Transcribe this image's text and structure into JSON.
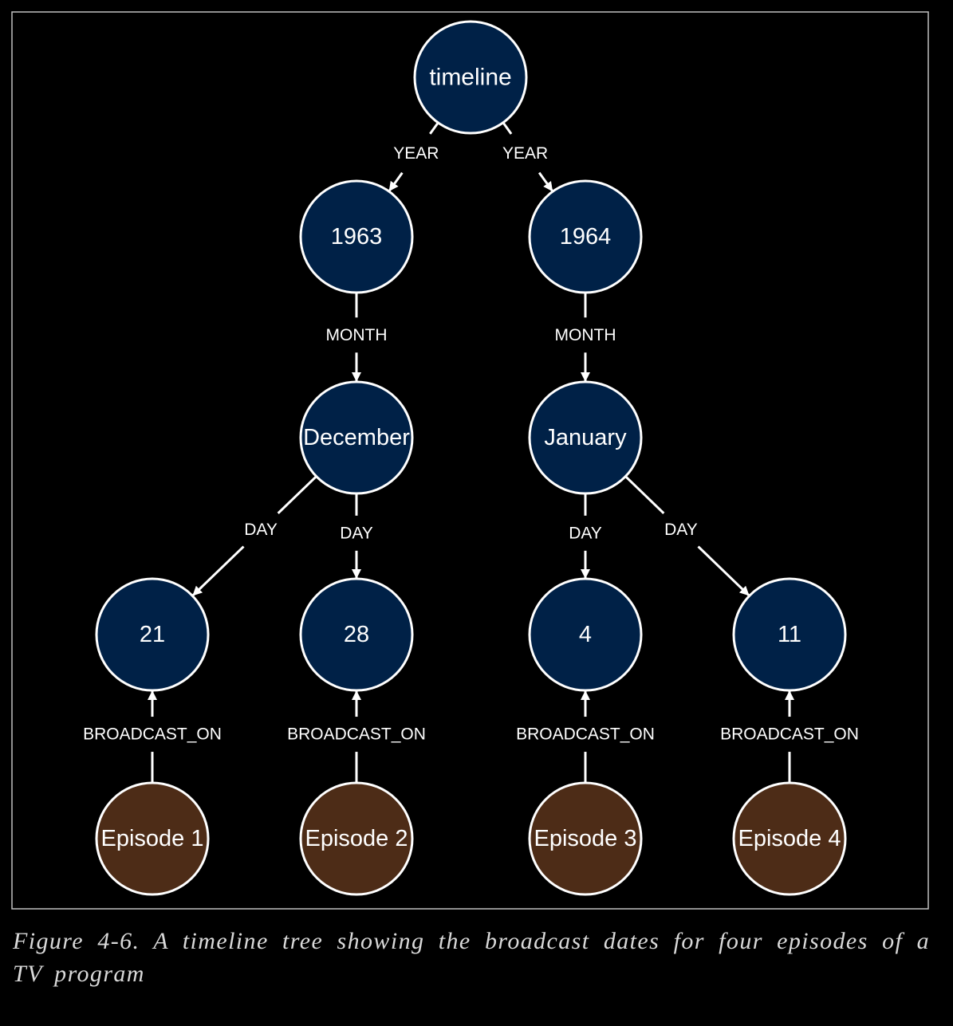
{
  "diagram": {
    "nodes": {
      "timeline": {
        "label": "timeline",
        "kind": "date"
      },
      "y1963": {
        "label": "1963",
        "kind": "date"
      },
      "y1964": {
        "label": "1964",
        "kind": "date"
      },
      "december": {
        "label": "December",
        "kind": "date"
      },
      "january": {
        "label": "January",
        "kind": "date"
      },
      "d21": {
        "label": "21",
        "kind": "date"
      },
      "d28": {
        "label": "28",
        "kind": "date"
      },
      "d4": {
        "label": "4",
        "kind": "date"
      },
      "d11": {
        "label": "11",
        "kind": "date"
      },
      "episode1": {
        "label": "Episode 1",
        "kind": "episode"
      },
      "episode2": {
        "label": "Episode 2",
        "kind": "episode"
      },
      "episode3": {
        "label": "Episode 3",
        "kind": "episode"
      },
      "episode4": {
        "label": "Episode 4",
        "kind": "episode"
      }
    },
    "edges": [
      {
        "id": "e1",
        "from": "timeline",
        "to": "y1963",
        "label": "YEAR"
      },
      {
        "id": "e2",
        "from": "timeline",
        "to": "y1964",
        "label": "YEAR"
      },
      {
        "id": "e3",
        "from": "y1963",
        "to": "december",
        "label": "MONTH"
      },
      {
        "id": "e4",
        "from": "y1964",
        "to": "january",
        "label": "MONTH"
      },
      {
        "id": "e5",
        "from": "december",
        "to": "d21",
        "label": "DAY"
      },
      {
        "id": "e6",
        "from": "december",
        "to": "d28",
        "label": "DAY"
      },
      {
        "id": "e7",
        "from": "january",
        "to": "d4",
        "label": "DAY"
      },
      {
        "id": "e8",
        "from": "january",
        "to": "d11",
        "label": "DAY"
      },
      {
        "id": "e9",
        "from": "episode1",
        "to": "d21",
        "label": "BROADCAST_ON"
      },
      {
        "id": "e10",
        "from": "episode2",
        "to": "d28",
        "label": "BROADCAST_ON"
      },
      {
        "id": "e11",
        "from": "episode3",
        "to": "d4",
        "label": "BROADCAST_ON"
      },
      {
        "id": "e12",
        "from": "episode4",
        "to": "d11",
        "label": "BROADCAST_ON"
      }
    ],
    "colors": {
      "background": "#000000",
      "date_node_fill": "#002147",
      "episode_node_fill": "#4d2c17",
      "stroke": "#ffffff",
      "caption_text": "#d9d9d9"
    }
  },
  "caption": {
    "text": "Figure 4-6. A timeline tree showing the broadcast dates for four episodes of a TV program"
  }
}
